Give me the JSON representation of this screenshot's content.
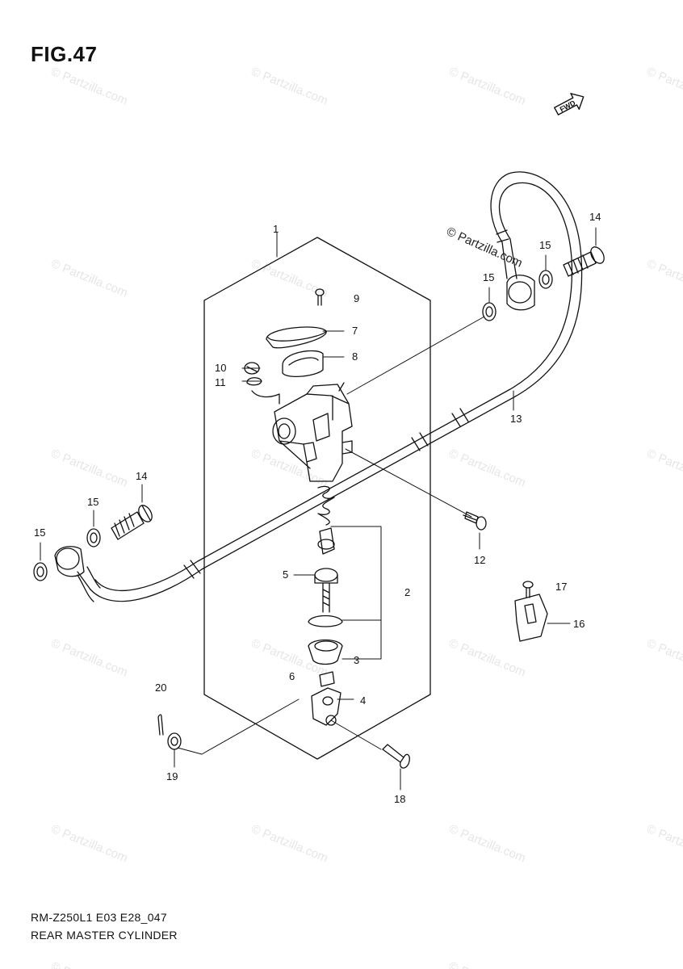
{
  "figure": {
    "title": "FIG.47"
  },
  "footer": {
    "model_code": "RM-Z250L1  E03 E28_047",
    "caption": "REAR MASTER CYLINDER"
  },
  "watermark": {
    "text": "© Partzilla.com",
    "inline_text": "© Partzilla.com"
  },
  "direction_marker": {
    "label": "FWD",
    "icon": "forward-arrow-icon"
  },
  "callouts": {
    "c1": "1",
    "c2": "2",
    "c3": "3",
    "c4": "4",
    "c5": "5",
    "c6": "6",
    "c7": "7",
    "c8": "8",
    "c9": "9",
    "c10": "10",
    "c11": "11",
    "c12": "12",
    "c13": "13",
    "c14a": "14",
    "c14b": "14",
    "c15a": "15",
    "c15b": "15",
    "c15c": "15",
    "c15d": "15",
    "c16": "16",
    "c17": "17",
    "c18": "18",
    "c19": "19",
    "c20": "20"
  },
  "colors": {
    "line": "#111111",
    "watermark": "#e6e6e6"
  }
}
